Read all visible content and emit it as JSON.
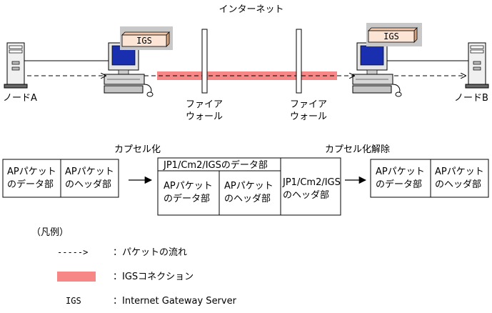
{
  "title": "インターネット",
  "node_a_label": "ノードA",
  "node_b_label": "ノードB",
  "igs_badge_left": "IGS",
  "igs_badge_right": "IGS",
  "firewall_left": [
    "ファイア",
    "ウォール"
  ],
  "firewall_right": [
    "ファイア",
    "ウォール"
  ],
  "encapsulation_label": "カプセル化",
  "decapsulation_label": "カプセル化解除",
  "packet_left": {
    "data_part": [
      "APパケット",
      "のデータ部"
    ],
    "header_part": [
      "APパケット",
      "のヘッダ部"
    ]
  },
  "packet_middle": {
    "outer_data_title": "JP1/Cm2/IGSのデータ部",
    "data_part": [
      "APパケット",
      "のデータ部"
    ],
    "header_part": [
      "APパケット",
      "のヘッダ部"
    ],
    "igs_header": [
      "JP1/Cm2/IGS",
      "のヘッダ部"
    ]
  },
  "packet_right": {
    "data_part": [
      "APパケット",
      "のデータ部"
    ],
    "header_part": [
      "APパケット",
      "のヘッダ部"
    ]
  },
  "legend": {
    "title": "（凡例）",
    "items": [
      {
        "key": "----->",
        "desc": "：パケットの流れ"
      },
      {
        "key": "",
        "desc": "：IGSコネクション"
      },
      {
        "key": "IGS",
        "desc": "：Internet Gateway Server"
      }
    ]
  },
  "colors": {
    "igs_connection": "#f78686",
    "badge_fill": "#fde5d5",
    "badge_bg": "#c8c8c8",
    "monitor_screen": "#1a2fb0"
  }
}
